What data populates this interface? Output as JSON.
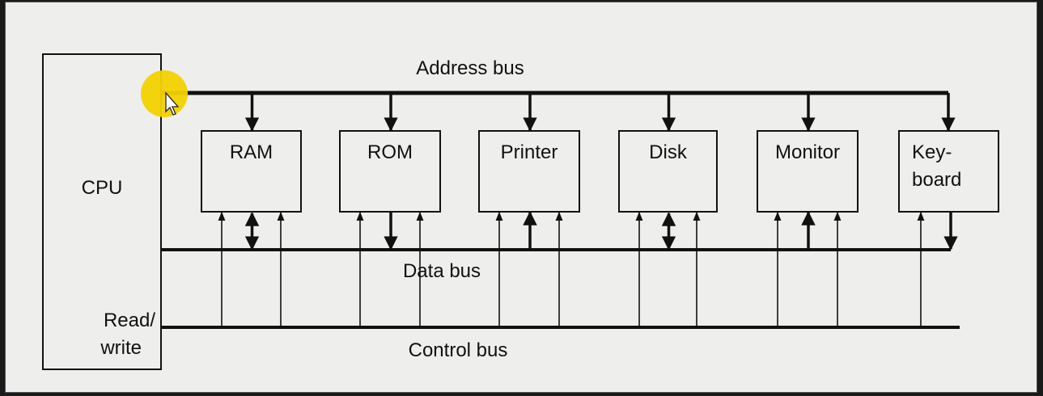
{
  "diagram": {
    "cpu_label": "CPU",
    "rw_line1": "Read/",
    "rw_line2": "write",
    "address_bus_label": "Address bus",
    "data_bus_label": "Data bus",
    "control_bus_label": "Control bus",
    "devices": [
      {
        "lines": [
          "RAM"
        ],
        "data_direction": "both"
      },
      {
        "lines": [
          "ROM"
        ],
        "data_direction": "down"
      },
      {
        "lines": [
          "Printer"
        ],
        "data_direction": "up"
      },
      {
        "lines": [
          "Disk"
        ],
        "data_direction": "both"
      },
      {
        "lines": [
          "Monitor"
        ],
        "data_direction": "up"
      },
      {
        "lines": [
          "Key-",
          "board"
        ],
        "data_direction": "down"
      }
    ]
  },
  "cursor": {
    "highlight_color": "#f2d200"
  }
}
